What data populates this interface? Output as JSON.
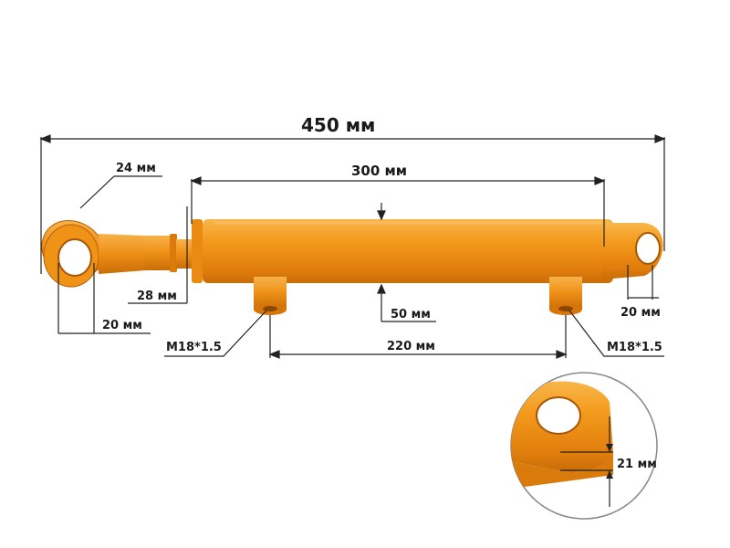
{
  "dimensions": {
    "total_length": "450 мм",
    "stroke_length": "300 мм",
    "rod_eye_diameter": "24 мм",
    "rod_diameter": "28 мм",
    "rod_eye_width": "20 мм",
    "port_thread_left": "M18*1.5",
    "port_thread_right": "M18*1.5",
    "port_spacing": "220 мм",
    "cylinder_diameter": "50 мм",
    "base_eye_width": "20 мм",
    "base_eye_hole": "21 мм"
  },
  "colors": {
    "body": "#f39a1c",
    "body_light": "#f8b64a",
    "body_dark": "#c86d08",
    "line": "#222222",
    "inset_border": "#777777"
  }
}
